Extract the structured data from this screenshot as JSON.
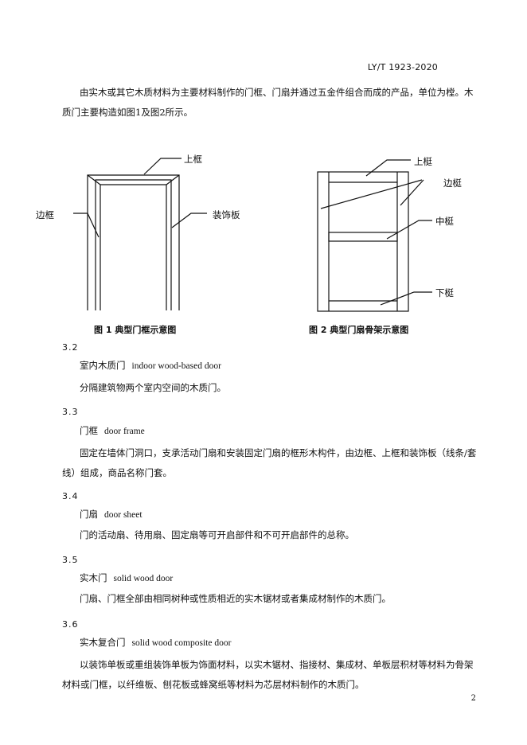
{
  "header": {
    "standard_no": "LY/T 1923-2020"
  },
  "intro": "由实木或其它木质材料为主要材料制作的门框、门扇并通过五金件组合而成的产品，单位为樘。木质门主要构造如图1及图2所示。",
  "figure1": {
    "caption": "图 1  典型门框示意图",
    "labels": {
      "top_frame": "上框",
      "side_frame": "边框",
      "trim_board": "装饰板"
    }
  },
  "figure2": {
    "caption": "图 2  典型门扇骨架示意图",
    "labels": {
      "top_rail": "上梃",
      "stile": "边梃",
      "middle_rail": "中梃",
      "bottom_rail": "下梃"
    }
  },
  "sections": [
    {
      "number": "3.2",
      "term_zh": "室内木质门",
      "term_en": "indoor wood-based door",
      "definition": "分隔建筑物两个室内空间的木质门。"
    },
    {
      "number": "3.3",
      "term_zh": "门框",
      "term_en": "door frame",
      "definition": "固定在墙体门洞口，支承活动门扇和安装固定门扇的框形木构件，由边框、上框和装饰板（线条/套线）组成，商品名称门套。"
    },
    {
      "number": "3.4",
      "term_zh": "门扇",
      "term_en": "door sheet",
      "definition": "门的活动扇、待用扇、固定扇等可开启部件和不可开启部件的总称。"
    },
    {
      "number": "3.5",
      "term_zh": "实木门",
      "term_en": "solid wood door",
      "definition": "门扇、门框全部由相同树种或性质相近的实木锯材或者集成材制作的木质门。"
    },
    {
      "number": "3.6",
      "term_zh": "实木复合门",
      "term_en": "solid wood composite door",
      "definition": "以装饰单板或重组装饰单板为饰面材料，以实木锯材、指接材、集成材、单板层积材等材料为骨架材料或门框，以纤维板、刨花板或蜂窝纸等材料为芯层材料制作的木质门。"
    }
  ],
  "page_number": "2"
}
